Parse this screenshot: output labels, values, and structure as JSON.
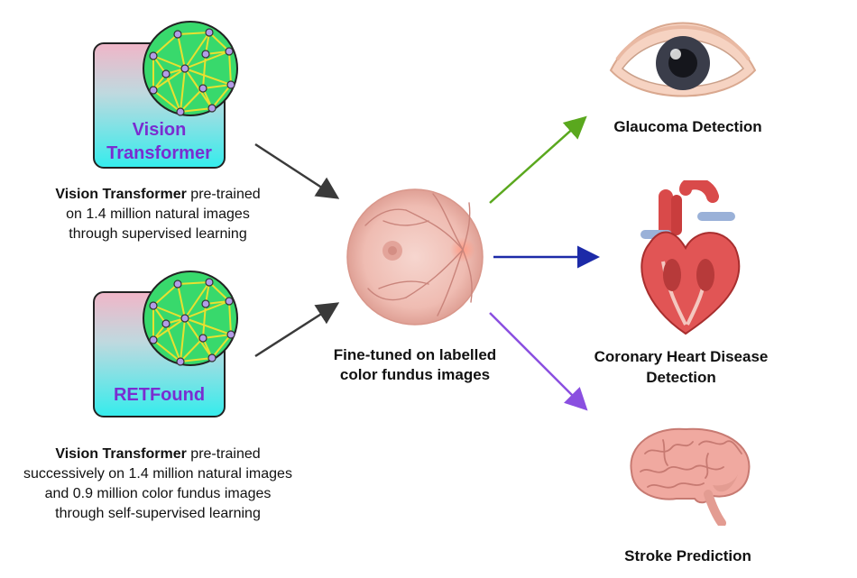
{
  "models": [
    {
      "name_lines": [
        "Vision",
        "Transformer"
      ],
      "caption_bold": "Vision Transformer",
      "caption_rest_1": " pre-trained",
      "caption_lines": [
        "on 1.4 million natural images",
        "through supervised learning"
      ]
    },
    {
      "name_lines": [
        "RETFound"
      ],
      "caption_bold": "Vision Transformer",
      "caption_rest_1": " pre-trained",
      "caption_lines": [
        "successively on 1.4 million natural images",
        "and 0.9 million color fundus images",
        "through self-supervised learning"
      ]
    }
  ],
  "center": {
    "caption_lines": [
      "Fine-tuned on labelled",
      "color fundus images"
    ]
  },
  "targets": [
    {
      "label_lines": [
        "Glaucoma Detection"
      ],
      "icon": "eye-icon",
      "arrow_color": "#5aa81e"
    },
    {
      "label_lines": [
        "Coronary Heart Disease",
        "Detection"
      ],
      "icon": "heart-icon",
      "arrow_color": "#1c2aa8"
    },
    {
      "label_lines": [
        "Stroke Prediction"
      ],
      "icon": "brain-icon",
      "arrow_color": "#8a4fe0"
    }
  ],
  "colors": {
    "model_label": "#7a2dd0",
    "network_fill": "#38d96c",
    "network_edge": "#e8e030",
    "arrow_input": "#3a3a3a"
  }
}
